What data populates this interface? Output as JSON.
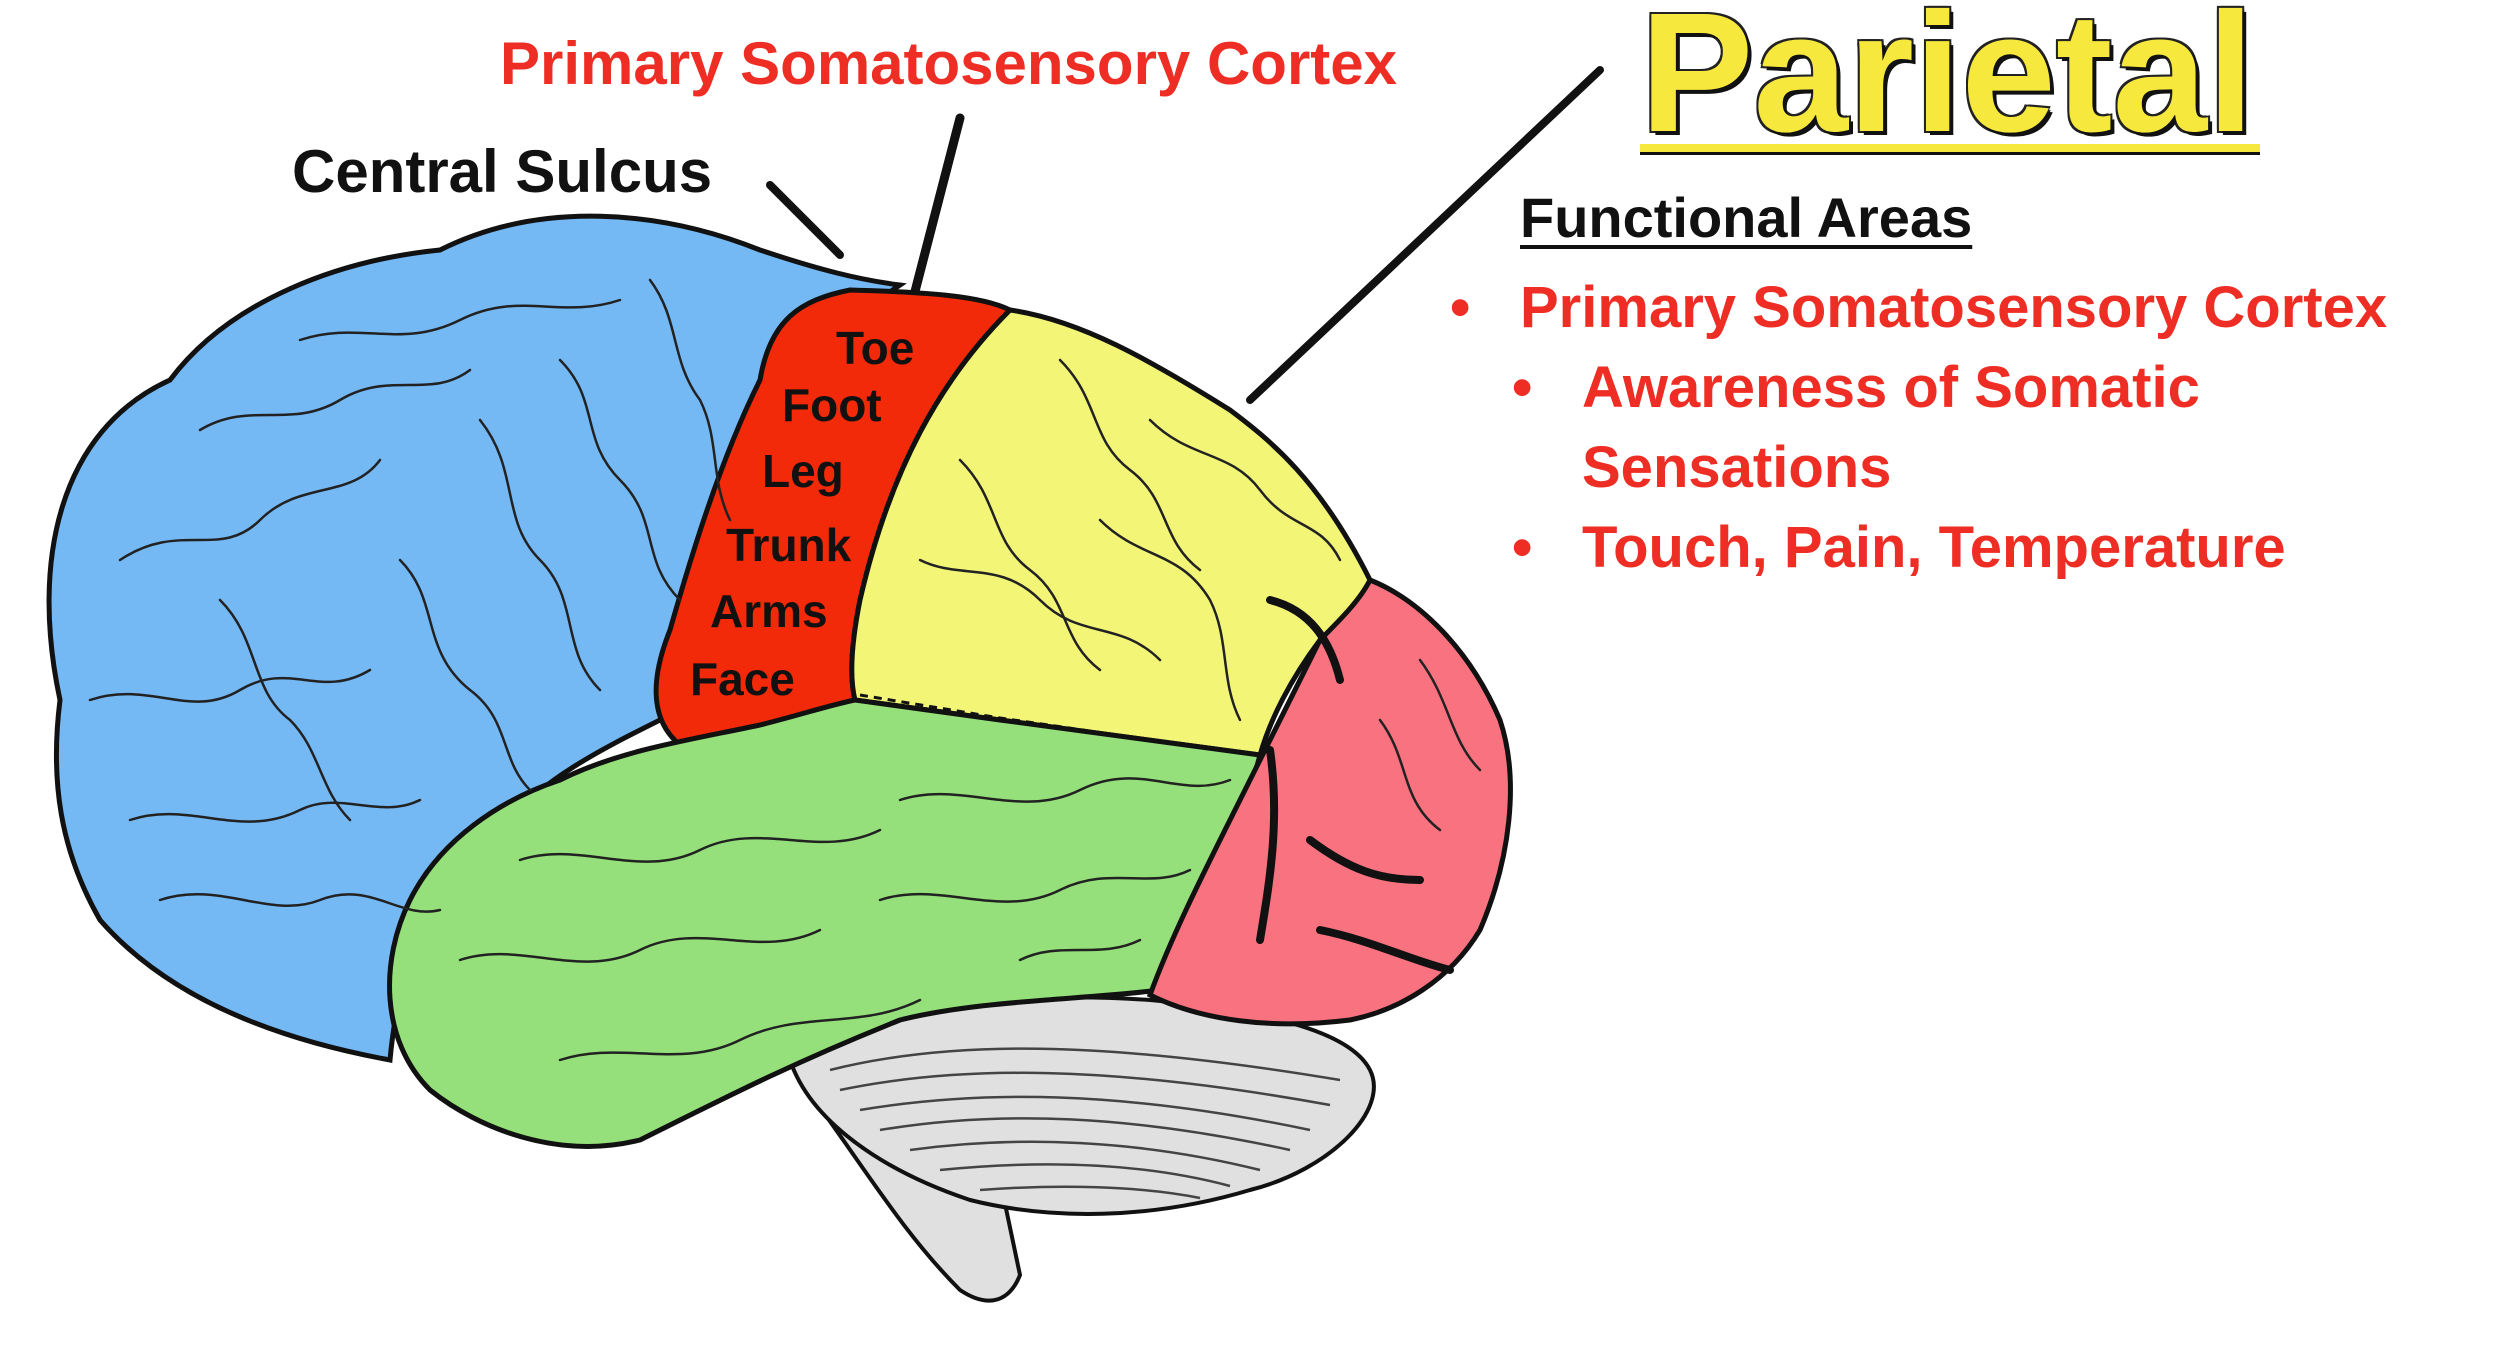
{
  "title": "Parietal",
  "top_callout": "Primary Somatosensory Cortex",
  "sulcus_callout": "Central Sulcus",
  "functional_areas": {
    "heading": "Functional Areas",
    "items": [
      {
        "text": "Primary Somatosensory Cortex",
        "subitems": [
          {
            "line1": "Awareness of Somatic",
            "line2": "Sensations"
          },
          {
            "line1": "Touch, Pain, Temperature"
          }
        ]
      }
    ]
  },
  "homunculus_labels": [
    "Toe",
    "Foot",
    "Leg",
    "Trunk",
    "Arms",
    "Face"
  ],
  "lobe_colors": {
    "frontal": "#74b8f4",
    "somatosensory": "#f22a0a",
    "parietal": "#f2f576",
    "temporal": "#95e07a",
    "occipital": "#f8727f",
    "cerebellum": "#e0e0e0"
  }
}
